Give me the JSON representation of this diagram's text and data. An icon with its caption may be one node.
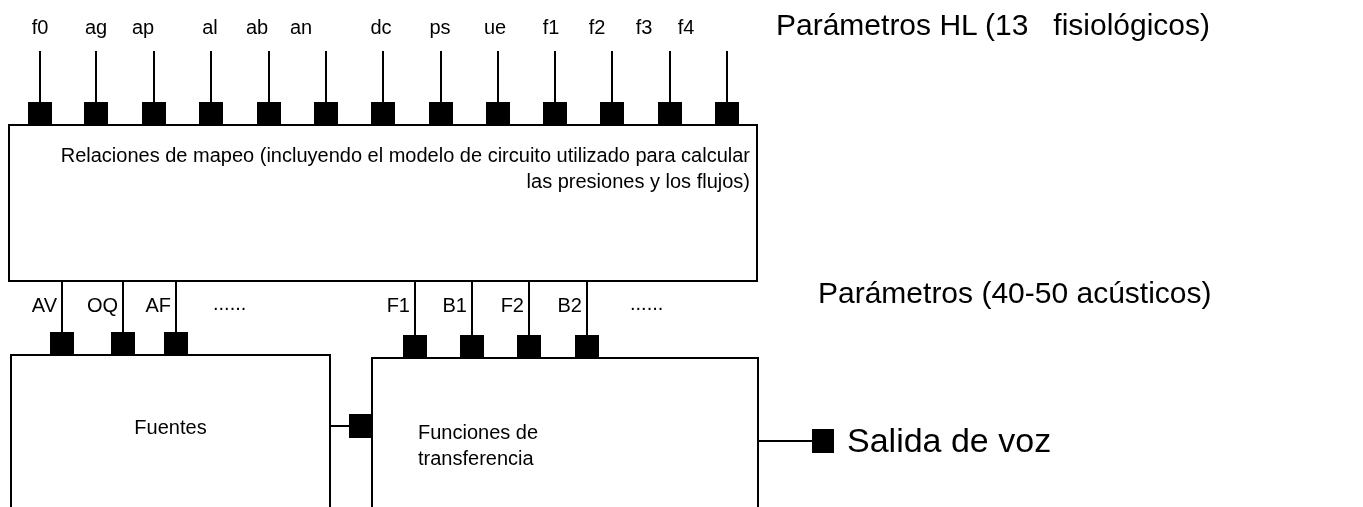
{
  "diagram": {
    "nodes": [
      {
        "text": [
          "Relaciones de mapeo (incluyendo el modelo de circuito utilizado para calcular las presiones y los flujos)"
        ]
      },
      {
        "text": [
          "Fuentes"
        ]
      },
      {
        "text": [
          "Funciones de transferencia"
        ]
      },
      {
        "text": [
          "Salida de voz"
        ]
      }
    ],
    "edges": [
      {
        "from": null,
        "to": 0,
        "arrow": "other",
        "label": "f0"
      },
      {
        "from": null,
        "to": 0,
        "arrow": "other",
        "label": "ag"
      },
      {
        "from": null,
        "to": 0,
        "arrow": "other",
        "label": "ap"
      },
      {
        "from": null,
        "to": 0,
        "arrow": "other",
        "label": "al"
      },
      {
        "from": null,
        "to": 0,
        "arrow": "other",
        "label": "ab"
      },
      {
        "from": null,
        "to": 0,
        "arrow": "other",
        "label": "an"
      },
      {
        "from": null,
        "to": 0,
        "arrow": "other",
        "label": "dc"
      },
      {
        "from": null,
        "to": 0,
        "arrow": "other",
        "label": "ps"
      },
      {
        "from": null,
        "to": 0,
        "arrow": "other",
        "label": "ue"
      },
      {
        "from": null,
        "to": 0,
        "arrow": "other",
        "label": "f1"
      },
      {
        "from": null,
        "to": 0,
        "arrow": "other",
        "label": "f2"
      },
      {
        "from": null,
        "to": 0,
        "arrow": "other",
        "label": "f3"
      },
      {
        "from": null,
        "to": 0,
        "arrow": "other",
        "label": "f4"
      },
      {
        "from": 0,
        "to": 1,
        "arrow": "other",
        "label": "AV"
      },
      {
        "from": 0,
        "to": 1,
        "arrow": "other",
        "label": "OQ"
      },
      {
        "from": 0,
        "to": 1,
        "arrow": "other",
        "label": "AF"
      },
      {
        "from": 0,
        "to": 2,
        "arrow": "other",
        "label": "F1"
      },
      {
        "from": 0,
        "to": 2,
        "arrow": "other",
        "label": "B1"
      },
      {
        "from": 0,
        "to": 2,
        "arrow": "other",
        "label": "F2"
      },
      {
        "from": 0,
        "to": 2,
        "arrow": "other",
        "label": "B2"
      },
      {
        "from": 1,
        "to": 2,
        "arrow": "other"
      },
      {
        "from": 2,
        "to": 3,
        "arrow": "other"
      }
    ],
    "labels": [
      "Parámetros HL (13   fisiológicos)",
      "......",
      "......",
      "Parámetros (40-50 acústicos)"
    ]
  }
}
